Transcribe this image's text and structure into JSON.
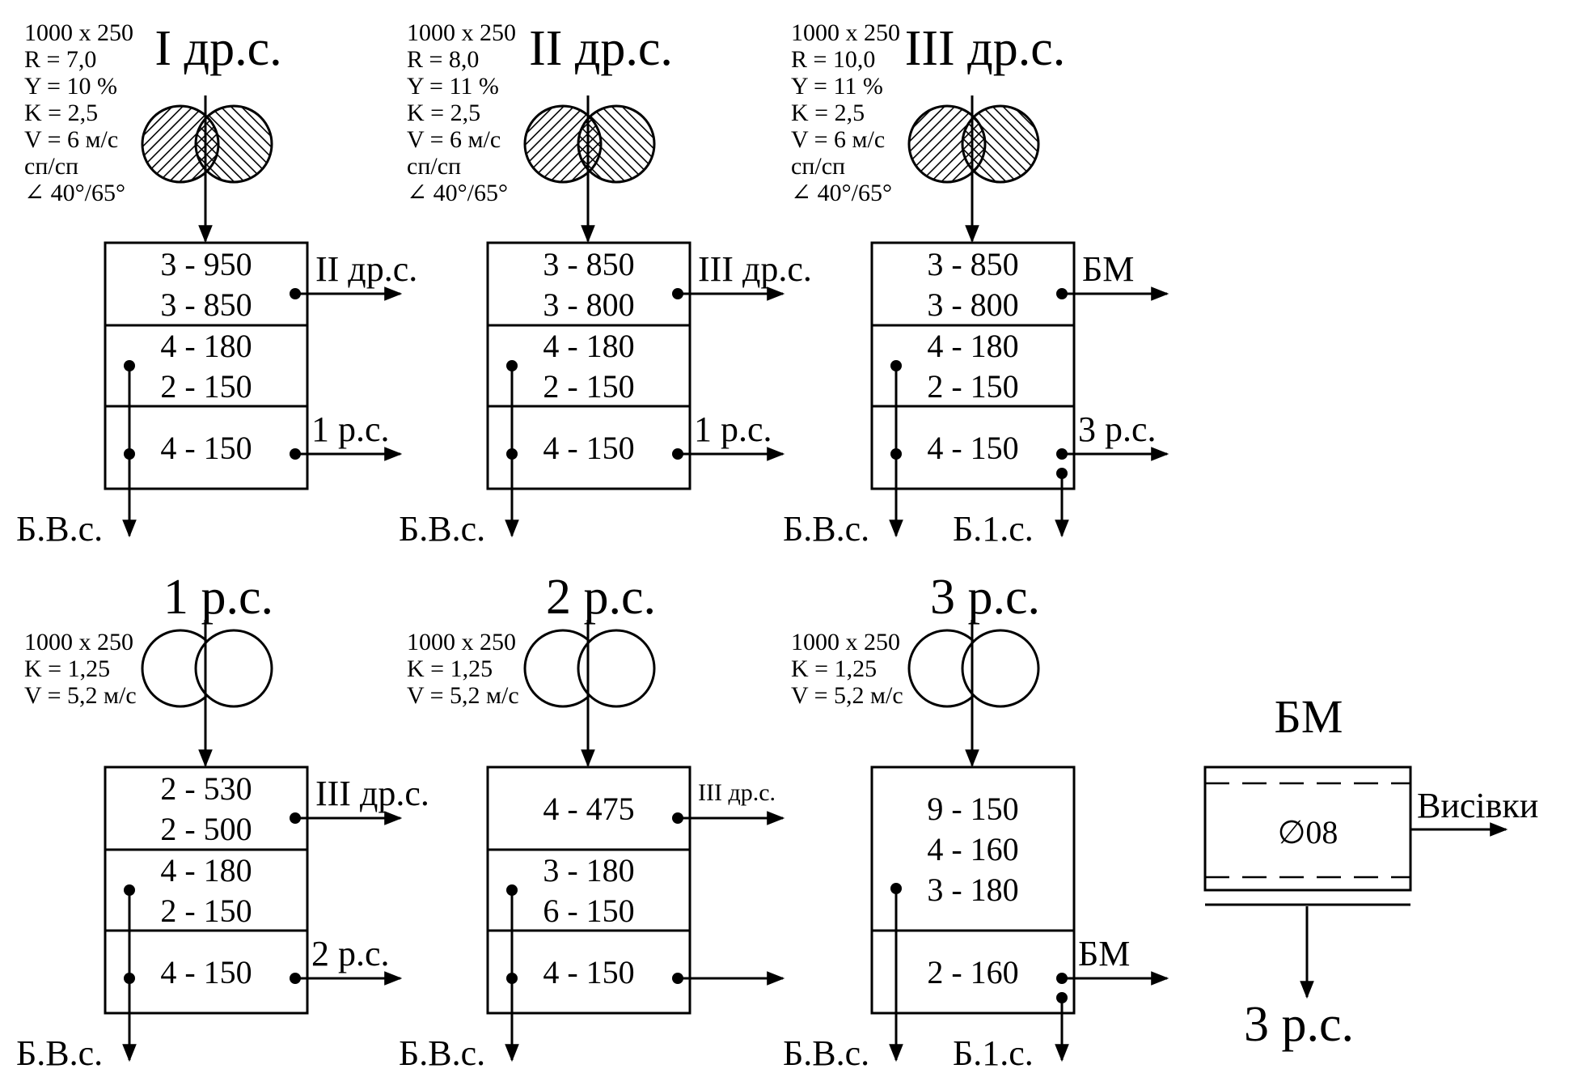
{
  "break_systems": [
    {
      "title": "I др.с.",
      "params": [
        "1000 x 250",
        "R = 7,0",
        "Y = 10 %",
        "K = 2,5",
        "V = 6 м/с",
        "сп/сп",
        "∠ 40°/65°"
      ],
      "sections": [
        [
          "3 - 950",
          "3 - 850"
        ],
        [
          "4 - 180",
          "2 - 150"
        ],
        [
          "4 - 150"
        ]
      ],
      "outputs": {
        "top": "II др.с.",
        "bottom": "1 р.с.",
        "down_left": "Б.В.с."
      }
    },
    {
      "title": "II др.с.",
      "params": [
        "1000 x 250",
        "R = 8,0",
        "Y = 11 %",
        "K = 2,5",
        "V = 6 м/с",
        "сп/сп",
        "∠ 40°/65°"
      ],
      "sections": [
        [
          "3 - 850",
          "3 - 800"
        ],
        [
          "4 - 180",
          "2 - 150"
        ],
        [
          "4 - 150"
        ]
      ],
      "outputs": {
        "top": "III др.с.",
        "bottom": "1 р.с.",
        "down_left": "Б.В.с."
      }
    },
    {
      "title": "III др.с.",
      "params": [
        "1000 x 250",
        "R = 10,0",
        "Y = 11 %",
        "K = 2,5",
        "V = 6 м/с",
        "сп/сп",
        "∠ 40°/65°"
      ],
      "sections": [
        [
          "3 - 850",
          "3 - 800"
        ],
        [
          "4 - 180",
          "2 - 150"
        ],
        [
          "4 - 150"
        ]
      ],
      "outputs": {
        "top": "БМ",
        "bottom": "3 р.с.",
        "down_left": "Б.В.с.",
        "down_right": "Б.1.с."
      }
    }
  ],
  "reduction_systems": [
    {
      "title": "1 р.с.",
      "params": [
        "1000 x 250",
        "K = 1,25",
        "V = 5,2 м/с"
      ],
      "sections": [
        [
          "2 - 530",
          "2 - 500"
        ],
        [
          "4 - 180",
          "2 - 150"
        ],
        [
          "4 - 150"
        ]
      ],
      "outputs": {
        "top": "III др.с.",
        "bottom": "2 р.с.",
        "down_left": "Б.В.с."
      }
    },
    {
      "title": "2 р.с.",
      "params": [
        "1000 x 250",
        "K = 1,25",
        "V = 5,2 м/с"
      ],
      "sections": [
        [
          "4 - 475"
        ],
        [
          "3 - 180",
          "6 - 150"
        ],
        [
          "4 - 150"
        ]
      ],
      "outputs": {
        "top": "III др.с.",
        "bottom": "",
        "down_left": "Б.В.с."
      }
    },
    {
      "title": "3 р.с.",
      "params": [
        "1000 x 250",
        "K = 1,25",
        "V = 5,2 м/с"
      ],
      "sections": [
        [
          "9 - 150",
          "4 - 160",
          "3 - 180"
        ],
        [
          "2 - 160"
        ]
      ],
      "outputs": {
        "bottom": "БМ",
        "down_left": "Б.В.с.",
        "down_right": "Б.1.с."
      }
    }
  ],
  "bran_machine": {
    "title": "БМ",
    "sieve": "∅08",
    "output_right": "Висівки",
    "output_down": "3 р.с."
  }
}
